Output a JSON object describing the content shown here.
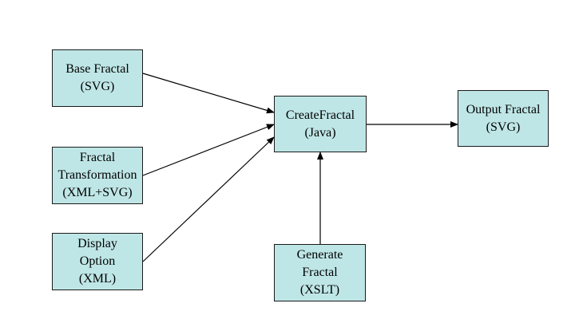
{
  "diagram": {
    "nodes": [
      {
        "id": "base",
        "lines": [
          "Base Fractal",
          "(SVG)"
        ]
      },
      {
        "id": "transform",
        "lines": [
          "Fractal",
          "Transformation",
          "(XML+SVG)"
        ]
      },
      {
        "id": "display",
        "lines": [
          "Display",
          "Option",
          "(XML)"
        ]
      },
      {
        "id": "create",
        "lines": [
          "CreateFractal",
          "(Java)"
        ]
      },
      {
        "id": "output",
        "lines": [
          "Output Fractal",
          "(SVG)"
        ]
      },
      {
        "id": "generate",
        "lines": [
          "Generate",
          "Fractal",
          "(XSLT)"
        ]
      }
    ],
    "edges": [
      {
        "from": "base",
        "to": "create"
      },
      {
        "from": "transform",
        "to": "create"
      },
      {
        "from": "display",
        "to": "create"
      },
      {
        "from": "create",
        "to": "output"
      },
      {
        "from": "generate",
        "to": "create"
      }
    ],
    "colors": {
      "node_fill": "#bfe6e6",
      "node_border": "#1a1a1a",
      "arrow": "#000000"
    }
  }
}
